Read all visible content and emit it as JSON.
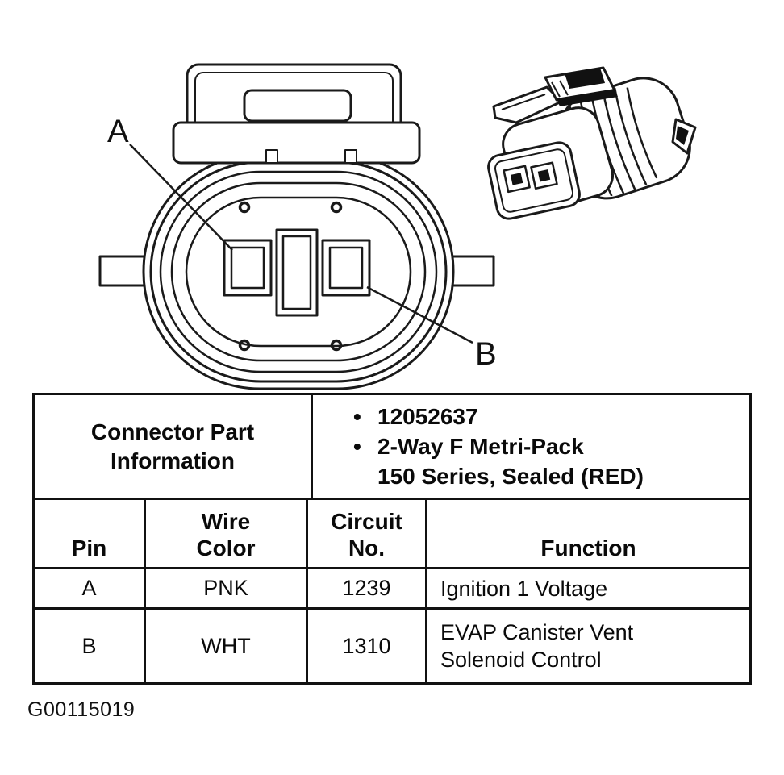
{
  "figure": {
    "pin_label_a": "A",
    "pin_label_b": "B",
    "figure_id": "G00115019"
  },
  "table": {
    "part_info": {
      "header_line1": "Connector Part",
      "header_line2": "Information",
      "bullet_char": "•",
      "bullet1": "12052637",
      "bullet2_line1": "2-Way F Metri-Pack",
      "bullet2_line2": "150 Series, Sealed (RED)"
    },
    "headers": {
      "pin": "Pin",
      "wire_line1": "Wire",
      "wire_line2": "Color",
      "circuit_line1": "Circuit",
      "circuit_line2": "No.",
      "function": "Function"
    },
    "rows": [
      {
        "pin": "A",
        "wire_color": "PNK",
        "circuit_no": "1239",
        "function_line1": "Ignition 1 Voltage",
        "function_line2": ""
      },
      {
        "pin": "B",
        "wire_color": "WHT",
        "circuit_no": "1310",
        "function_line1": "EVAP Canister Vent",
        "function_line2": "Solenoid Control"
      }
    ]
  }
}
